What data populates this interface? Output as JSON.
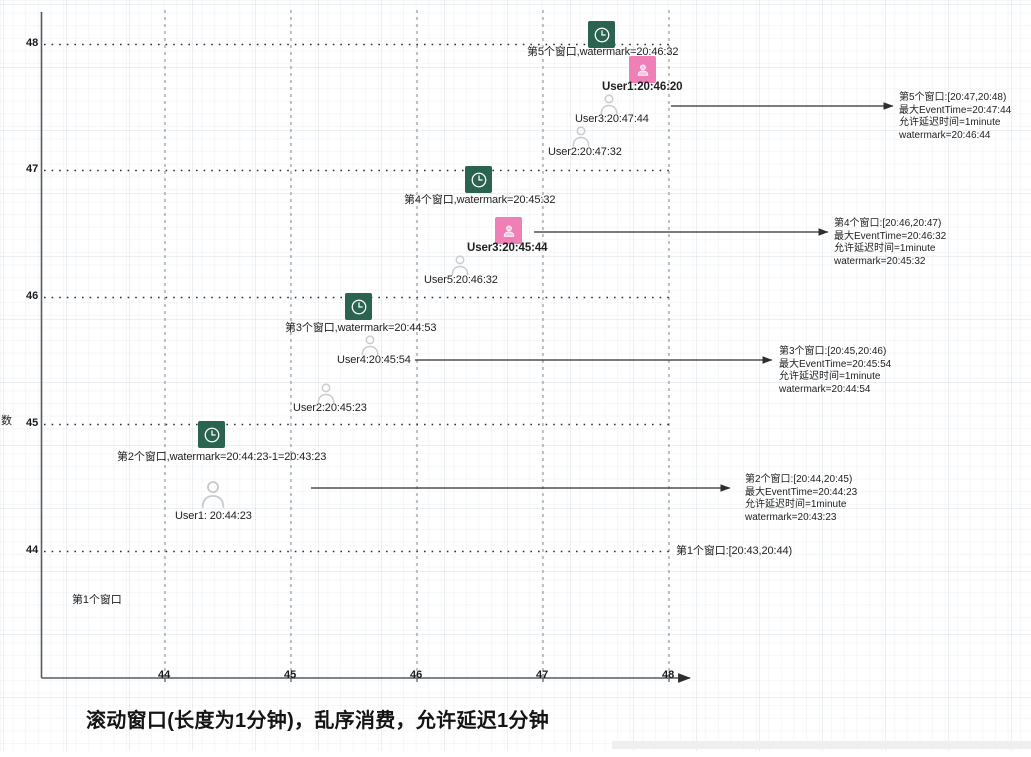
{
  "title": "滚动窗口(长度为1分钟)，乱序消费，允许延迟1分钟",
  "axes": {
    "y_label": "数",
    "y_ticks": [
      "48",
      "47",
      "46",
      "45",
      "44"
    ],
    "x_ticks": [
      "44",
      "45",
      "46",
      "47",
      "48"
    ]
  },
  "colors": {
    "clock_green": "#2a6350",
    "person_pink": "#ef7fb7",
    "person_grey": "#c9cbcd",
    "line": "#3a3a3a",
    "grid": "#8fa3b8"
  },
  "icons": {
    "clock": "clock-icon",
    "person_pink": "person-icon",
    "person_grey": "person-icon"
  },
  "window1": {
    "floor_label": "第1个窗口",
    "range_label": "第1个窗口:[20:43,20:44)"
  },
  "window2": {
    "watermark_label": "第2个窗口,watermark=20:44:23-1=20:43:23",
    "event_label": "User1: 20:44:23",
    "annotation": [
      "第2个窗口:[20:44,20:45)",
      "最大EventTime=20:44:23",
      "允许延迟时间=1minute",
      "watermark=20:43:23"
    ]
  },
  "window3": {
    "watermark_label": "第3个窗口,watermark=20:44:53",
    "events": [
      {
        "text": "User4:20:45:54",
        "style": "grey"
      },
      {
        "text": "User2:20:45:23",
        "style": "grey"
      }
    ],
    "annotation": [
      "第3个窗口:[20:45,20:46)",
      "最大EventTime=20:45:54",
      "允许延迟时间=1minute",
      "watermark=20:44:54"
    ]
  },
  "window4": {
    "watermark_label": "第4个窗口,watermark=20:45:32",
    "events": [
      {
        "text": "User3:20:45:44",
        "style": "pink"
      },
      {
        "text": "User5:20:46:32",
        "style": "grey"
      }
    ],
    "annotation": [
      "第4个窗口:[20:46,20:47)",
      "最大EventTime=20:46:32",
      "允许延迟时间=1minute",
      "watermark=20:45:32"
    ]
  },
  "window5": {
    "watermark_label": "第5个窗口,watermark=20:46:32",
    "events": [
      {
        "text": "User1:20:46:20",
        "style": "pink"
      },
      {
        "text": "User3:20:47:44",
        "style": "grey"
      },
      {
        "text": "User2:20:47:32",
        "style": "grey"
      }
    ],
    "annotation": [
      "第5个窗口:[20:47,20:48)",
      "最大EventTime=20:47:44",
      "允许延迟时间=1minute",
      "watermark=20:46:44"
    ]
  },
  "chart_data": {
    "type": "scatter",
    "title": "滚动窗口(长度为1分钟)，乱序消费，允许延迟1分钟",
    "xlabel": "",
    "ylabel": "数",
    "xlim": [
      43.4,
      48.3
    ],
    "ylim": [
      43.6,
      48.4
    ],
    "grid": true,
    "x_ticks": [
      44,
      45,
      46,
      47,
      48
    ],
    "y_ticks": [
      44,
      45,
      46,
      47,
      48
    ],
    "points": [
      {
        "label": "第5个窗口,watermark=20:46:32",
        "marker": "clock",
        "x": 47.0,
        "y": 48.0
      },
      {
        "label": "User1:20:46:20",
        "marker": "pink",
        "x": 47.3,
        "y": 47.7
      },
      {
        "label": "User3:20:47:44",
        "marker": "grey",
        "x": 47.0,
        "y": 47.5
      },
      {
        "label": "User2:20:47:32",
        "marker": "grey",
        "x": 46.8,
        "y": 47.3
      },
      {
        "label": "第4个窗口,watermark=20:45:32",
        "marker": "clock",
        "x": 46.1,
        "y": 47.0
      },
      {
        "label": "User3:20:45:44",
        "marker": "pink",
        "x": 46.3,
        "y": 46.7
      },
      {
        "label": "User5:20:46:32",
        "marker": "grey",
        "x": 46.0,
        "y": 46.4
      },
      {
        "label": "第3个窗口,watermark=20:44:53",
        "marker": "clock",
        "x": 45.5,
        "y": 46.0
      },
      {
        "label": "User4:20:45:54",
        "marker": "grey",
        "x": 45.4,
        "y": 45.7
      },
      {
        "label": "User2:20:45:23",
        "marker": "grey",
        "x": 45.2,
        "y": 45.4
      },
      {
        "label": "第2个窗口,watermark=20:44:23-1=20:43:23",
        "marker": "clock",
        "x": 44.4,
        "y": 45.0
      },
      {
        "label": "User1: 20:44:23",
        "marker": "grey",
        "x": 44.4,
        "y": 44.6
      },
      {
        "label": "第1个窗口",
        "marker": "none",
        "x": 44.0,
        "y": 43.9
      }
    ]
  }
}
